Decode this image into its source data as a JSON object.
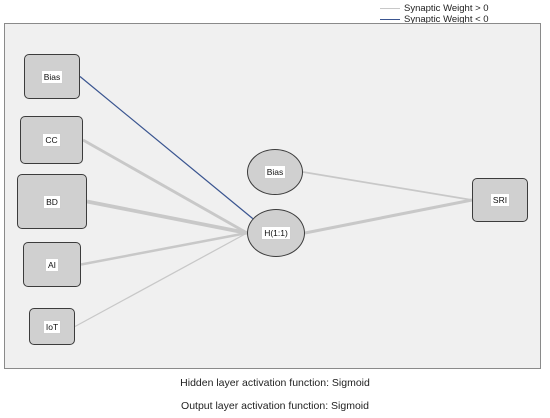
{
  "legend": {
    "positive_label": "Synaptic Weight > 0",
    "negative_label": "Synaptic Weight < 0",
    "positive_color": "#c8c8c8",
    "negative_color": "#3a5590"
  },
  "network": {
    "input_nodes": [
      {
        "id": "in-bias",
        "label": "Bias"
      },
      {
        "id": "in-cc",
        "label": "CC"
      },
      {
        "id": "in-bd",
        "label": "BD"
      },
      {
        "id": "in-ai",
        "label": "AI"
      },
      {
        "id": "in-iot",
        "label": "IoT"
      }
    ],
    "hidden_bias": {
      "id": "hid-bias",
      "label": "Bias"
    },
    "hidden_node": {
      "id": "hid-h1",
      "label": "H(1:1)"
    },
    "output_node": {
      "id": "out-sri",
      "label": "SRI"
    },
    "connections": [
      {
        "from": "in-bias",
        "to": "hid-h1",
        "sign": "negative",
        "strength": 0.4
      },
      {
        "from": "in-cc",
        "to": "hid-h1",
        "sign": "positive",
        "strength": 0.7
      },
      {
        "from": "in-bd",
        "to": "hid-h1",
        "sign": "positive",
        "strength": 1.0
      },
      {
        "from": "in-ai",
        "to": "hid-h1",
        "sign": "positive",
        "strength": 0.55
      },
      {
        "from": "in-iot",
        "to": "hid-h1",
        "sign": "positive",
        "strength": 0.15
      },
      {
        "from": "hid-bias",
        "to": "out-sri",
        "sign": "positive",
        "strength": 0.3
      },
      {
        "from": "hid-h1",
        "to": "out-sri",
        "sign": "positive",
        "strength": 0.75
      }
    ]
  },
  "footer": {
    "hidden_activation": "Hidden layer activation function: Sigmoid",
    "output_activation": "Output layer activation function: Sigmoid"
  }
}
